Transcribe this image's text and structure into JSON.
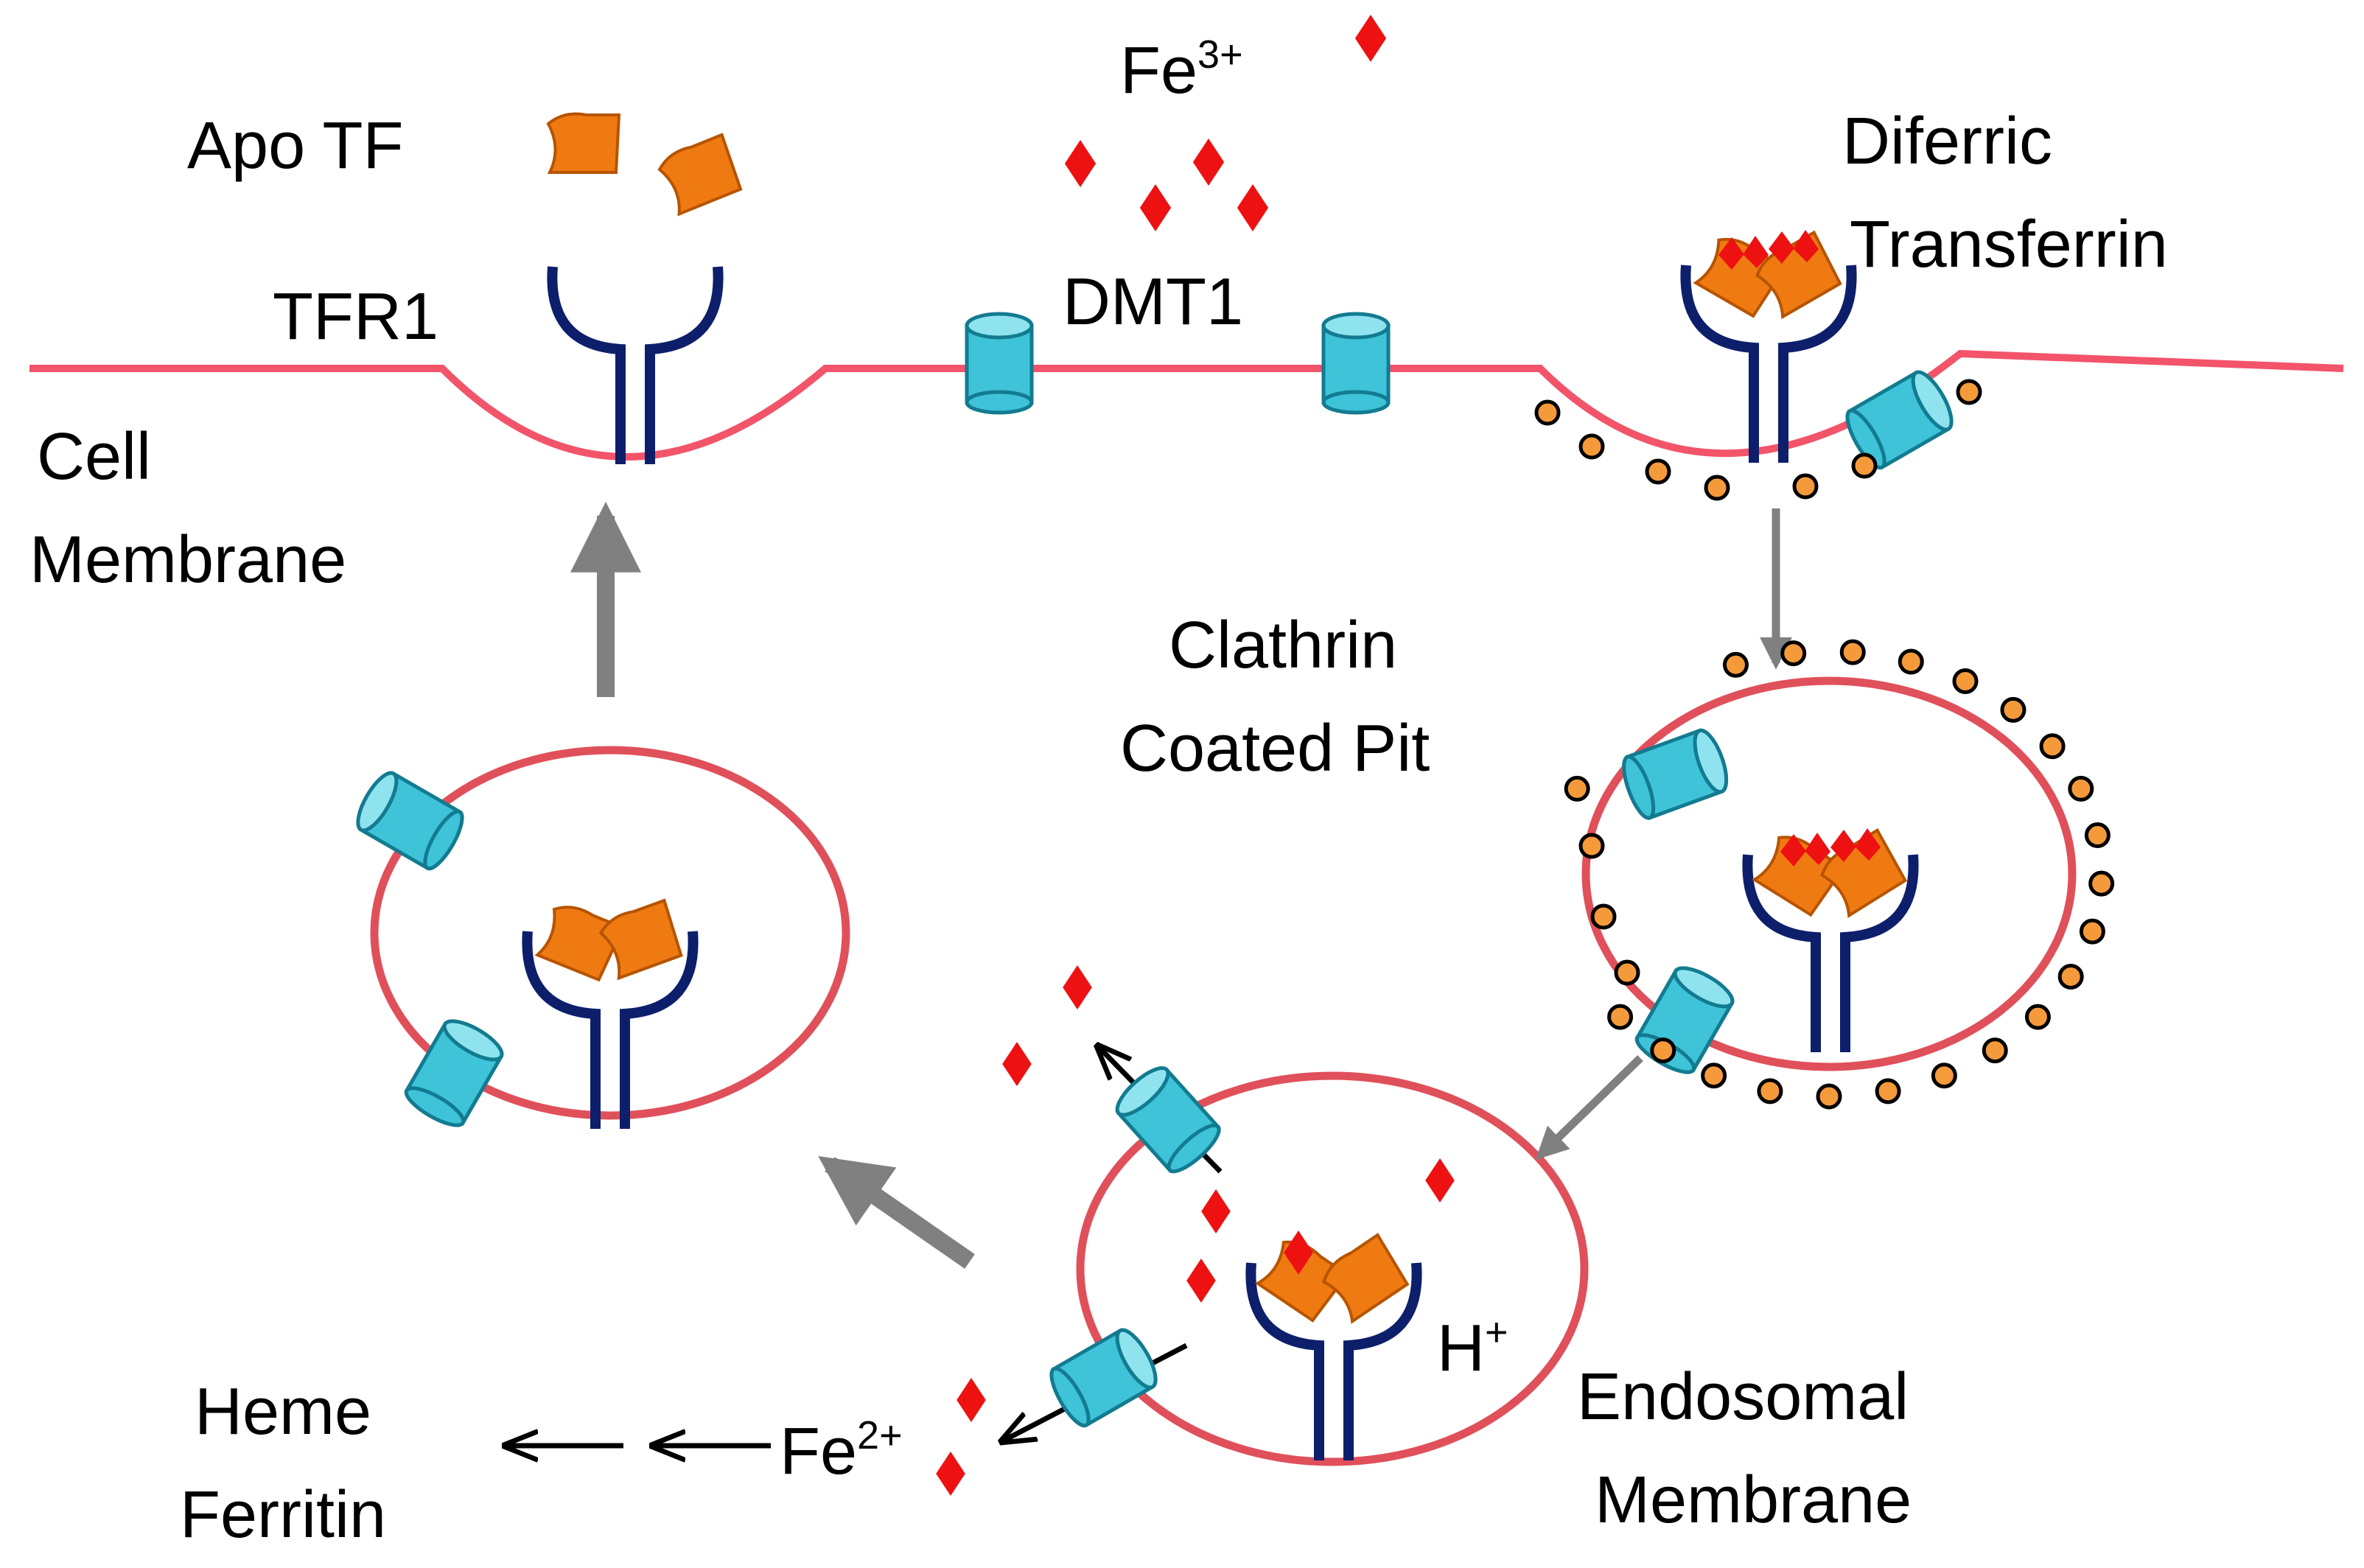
{
  "labels": {
    "apo_tf": "Apo TF",
    "tfr1": "TFR1",
    "cell_membrane_1": "Cell",
    "cell_membrane_2": "Membrane",
    "fe3_base": "Fe",
    "fe3_sup": "3+",
    "dmt1": "DMT1",
    "diferric_1": "Diferric",
    "diferric_2": "Transferrin",
    "clathrin_1": "Clathrin",
    "clathrin_2": "Coated Pit",
    "h_base": "H",
    "h_sup": "+",
    "endosomal_1": "Endosomal",
    "endosomal_2": "Membrane",
    "heme": "Heme",
    "ferritin": "Ferritin",
    "fe2_base": "Fe",
    "fe2_sup": "2+"
  },
  "colors": {
    "membrane": "#f2546a",
    "vesicle": "#e0505a",
    "receptor": "#0d1f6b",
    "transferrin": "#f07a12",
    "iron": "#ee1111",
    "channel": "#3ec3d9",
    "clathrin": "#f59a3a",
    "arrow_gray": "#808080",
    "arrow_black": "#000000"
  },
  "icons": {
    "receptor": "y-shaped-receptor-icon",
    "transferrin": "transferrin-lobe-icon",
    "iron": "iron-diamond-icon",
    "channel": "dmt1-channel-icon",
    "clathrin": "clathrin-dot-icon"
  }
}
